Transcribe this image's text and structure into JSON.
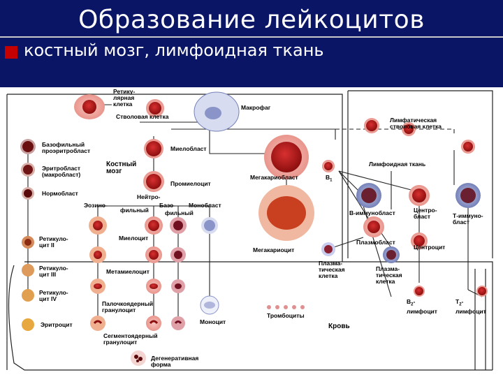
{
  "header": {
    "title": "Образование лейкоцитов",
    "subtitle": "костный мозг, лимфоидная ткань"
  },
  "labels": {
    "reticular": "Ретику-\nлярная\nклетка",
    "stem": "Стволовая клетка",
    "macrophage": "Макрофаг",
    "lymph_stem": "Лимфатическая\nстволовая клетка",
    "basophil_proerythro": "Базофильный\nпроэритробласт",
    "myeloblast": "Миелобласт",
    "erythroblast": "Эритробласт\n(макробласт)",
    "bone_marrow": "Костный\nмозг",
    "megakaryoblast": "Мегакариобласт",
    "b1": "В",
    "b1_sub": "1",
    "lymphoid_tissue": "Лимфоидная ткань",
    "normoblast": "Нормобласт",
    "promyelocyte": "Промиелоцит",
    "neutro": "Нейтро-",
    "eosino": "Эозино-",
    "phil": "фильный",
    "baso": "Базо-",
    "baso_phil": "фильный",
    "monoblast": "Монобласт",
    "b_immunoblast": "В-иммунобласт",
    "centroblast": "Центро-\nбласт",
    "t_immunoblast": "Т-иммуно-\nбласт",
    "reticulocyte2": "Ретикуло-\nцит II",
    "myelocyte": "Миелоцит",
    "megakaryocyte": "Мегакариоцит",
    "plasmoblast": "Плазмобласт",
    "centrocyte": "Центроцит",
    "reticulocyte3": "Ретикуло-\nцит III",
    "metamyelocyte": "Метамиелоцит",
    "plasma_cell1": "Плазма-\nтическая\nклетка",
    "plasma_cell2": "Плазма-\nтическая\nклетка",
    "reticulocyte4": "Ретикуло-\nцит IV",
    "band": "Палочкоядерный\nгранулоцит",
    "b2": "В",
    "b2_sub": "2",
    "b2_lymph": "лимфоцит",
    "t2": "Т",
    "t2_sub": "2",
    "t2_lymph": "лимфоцит",
    "erythrocyte": "Эритроцит",
    "monocyte": "Моноцит",
    "platelets": "Тромбоциты",
    "blood": "Кровь",
    "segmented": "Сегментоядерный\nгранулоцит",
    "degenerative": "Дегенеративная\nформа"
  },
  "colors": {
    "slide_bg": "#0a1566",
    "bullet": "#c40000",
    "cell_nucleus": "#b01818",
    "cell_cytoplasm": "#f2a7a0",
    "blue_cell": "#8a94c8"
  }
}
